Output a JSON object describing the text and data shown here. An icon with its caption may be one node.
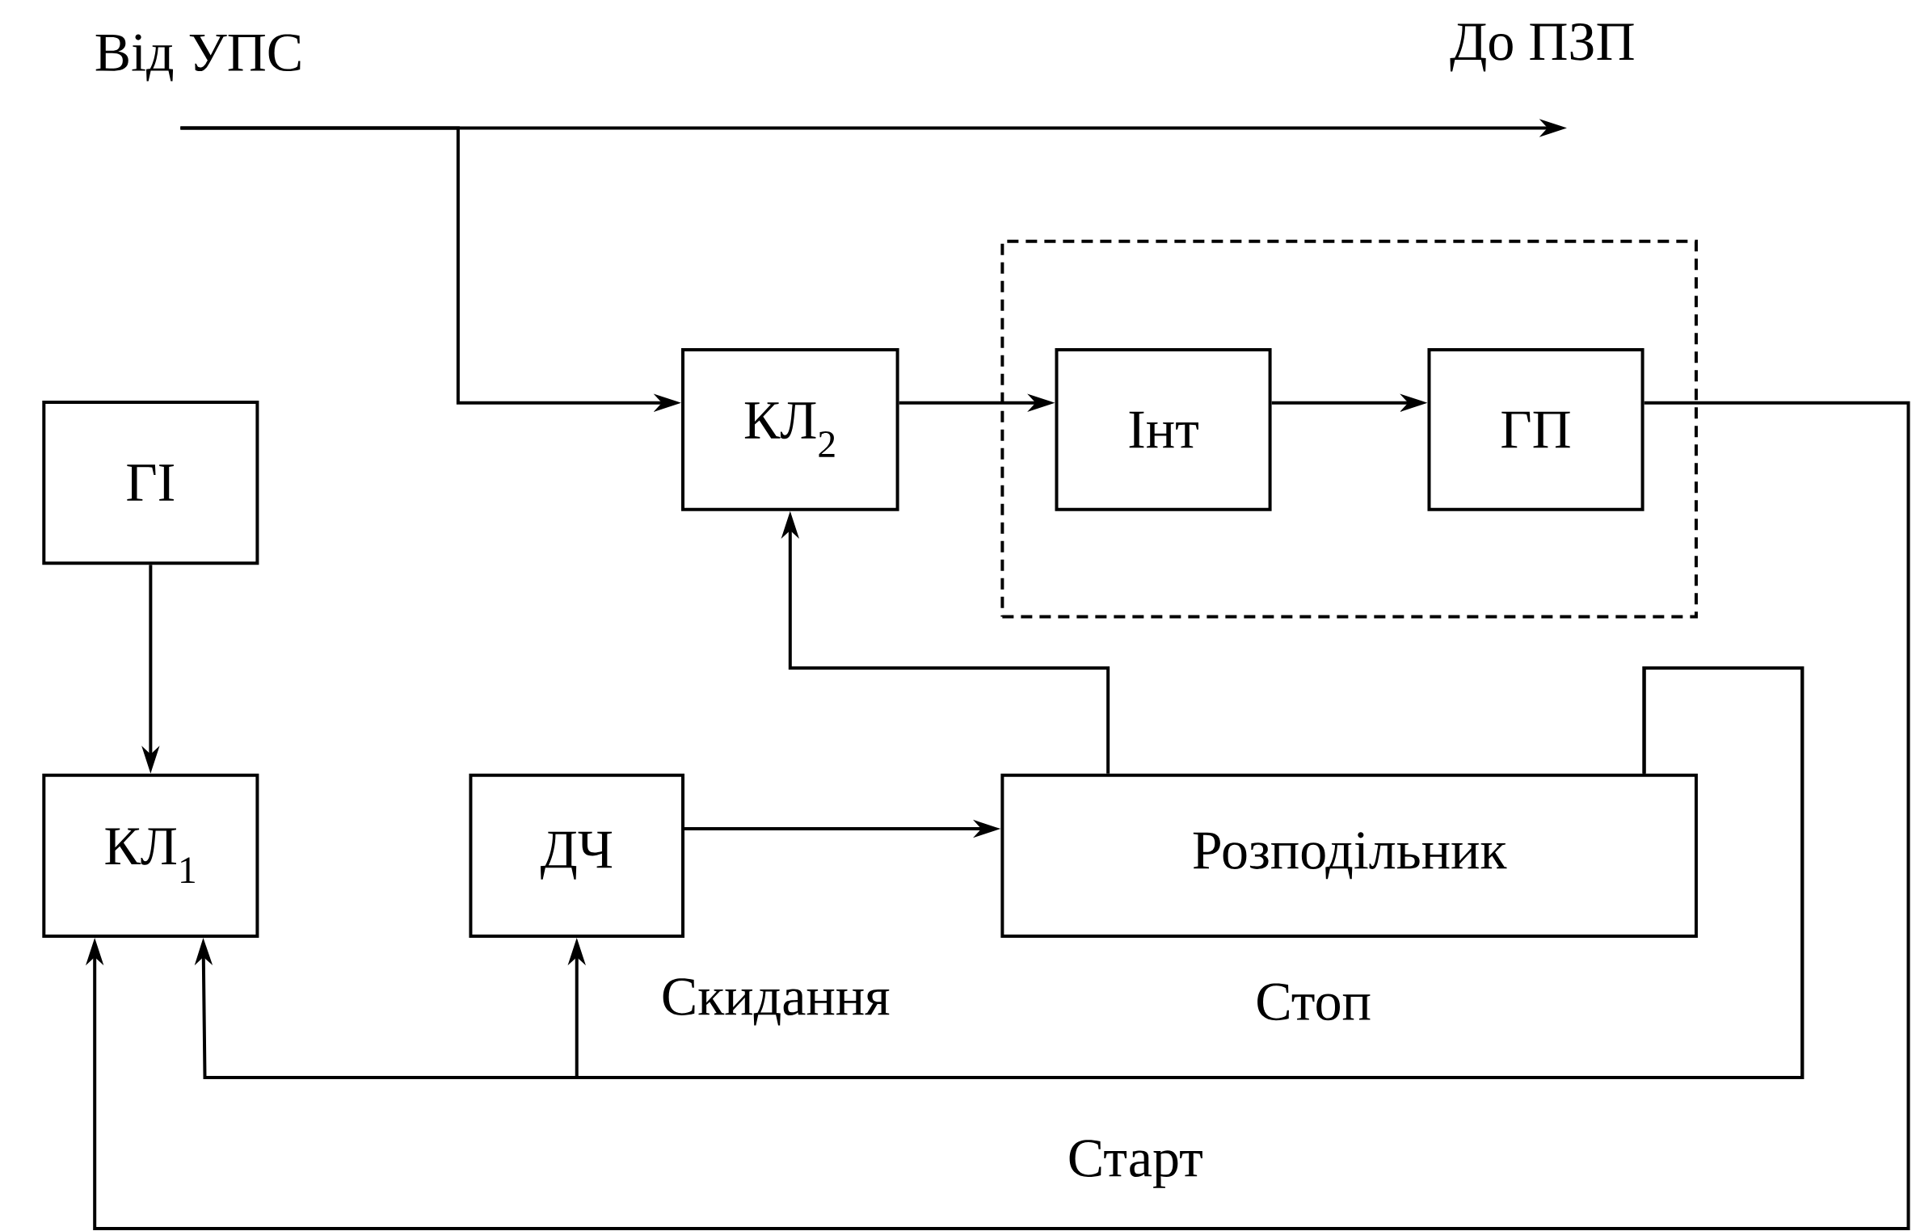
{
  "diagram": {
    "nodes": [
      {
        "text": [
          "ГІ"
        ]
      },
      {
        "text": [
          "КЛ$_{1}$"
        ]
      },
      {
        "text": [
          "КЛ$_{2}$"
        ]
      },
      {
        "text": [],
        "shape": "box"
      },
      {
        "text": [
          "Інт"
        ],
        "in": 3
      },
      {
        "text": [
          "ГП"
        ],
        "in": 3
      },
      {
        "text": [
          "ДЧ"
        ]
      },
      {
        "text": [
          "Розподільник"
        ]
      },
      {
        "text": [
          "Від УПС"
        ]
      },
      {
        "text": [
          "До ПЗП"
        ]
      }
    ],
    "edges": [
      {
        "from": 0,
        "to": 1,
        "arrow": "to"
      },
      {
        "from": 8,
        "to": 9,
        "arrow": "to"
      },
      {
        "from": 8,
        "to": 2,
        "arrow": "to"
      },
      {
        "from": 2,
        "to": 4,
        "arrow": "to"
      },
      {
        "from": 4,
        "to": 5,
        "arrow": "to"
      },
      {
        "from": 5,
        "to": 1,
        "arrow": "to",
        "label": "Старт"
      },
      {
        "from": 6,
        "to": 7,
        "arrow": "to"
      },
      {
        "from": 7,
        "to": 2,
        "arrow": "to"
      },
      {
        "from": 7,
        "to": 6,
        "arrow": "to",
        "label": "Скидання"
      },
      {
        "from": 7,
        "to": 1,
        "arrow": "to",
        "label": "Стоп"
      }
    ]
  }
}
